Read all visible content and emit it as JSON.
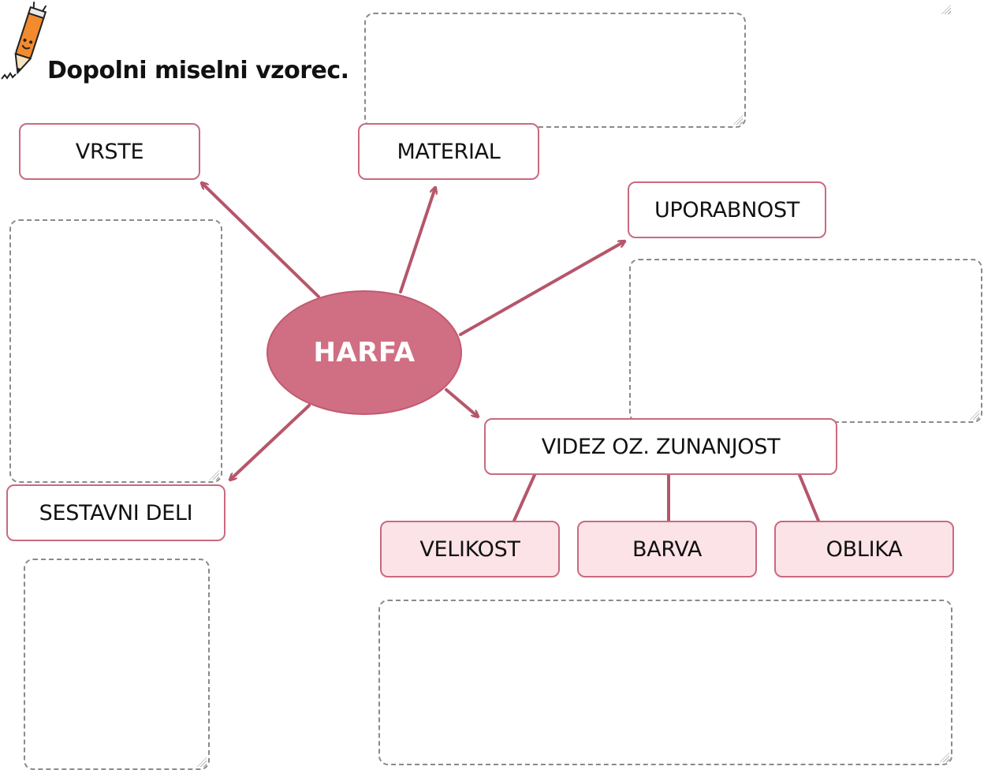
{
  "title": "Dopolni miselni vzorec.",
  "center": {
    "label": "HARFA"
  },
  "branches": {
    "vrste": "VRSTE",
    "material": "MATERIAL",
    "uporabnost": "UPORABNOST",
    "sestavni_deli": "SESTAVNI DELI",
    "videz": "VIDEZ OZ. ZUNANJOST"
  },
  "sub_branches": {
    "velikost": "VELIKOST",
    "barva": "BARVA",
    "oblika": "OBLIKA"
  },
  "colors": {
    "accent": "#c96a7f",
    "ellipse_fill": "#d06f84",
    "sub_fill": "#fbe3e8",
    "arrow": "#b5566b"
  },
  "icons": {
    "header": "pencil-mascot-icon"
  }
}
